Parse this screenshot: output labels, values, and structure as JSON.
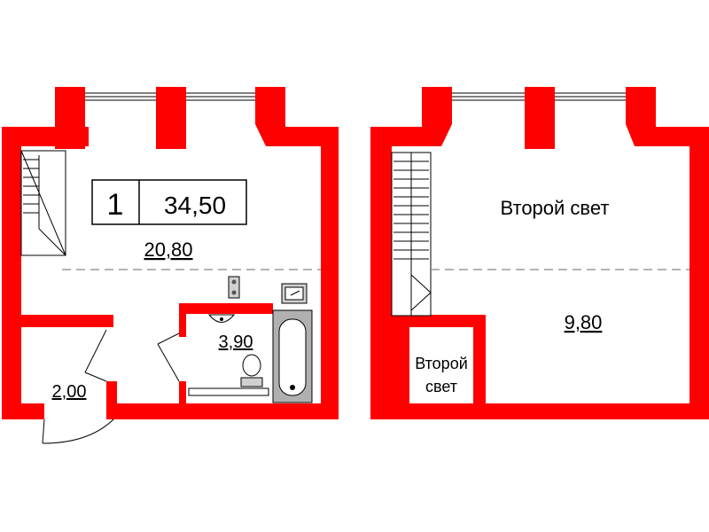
{
  "apartment": {
    "rooms_count": "1",
    "total_area": "34,50"
  },
  "level_1": {
    "main_room_area": "20,80",
    "bathroom_area": "3,90",
    "hall_area": "2,00"
  },
  "level_2": {
    "second_light_label": "Второй свет",
    "mezzanine_area": "9,80",
    "small_second_light_line1": "Второй",
    "small_second_light_line2": "свет"
  },
  "colors": {
    "wall": "#ff0000",
    "fixture": "#b0b0b0",
    "line": "#000000"
  }
}
